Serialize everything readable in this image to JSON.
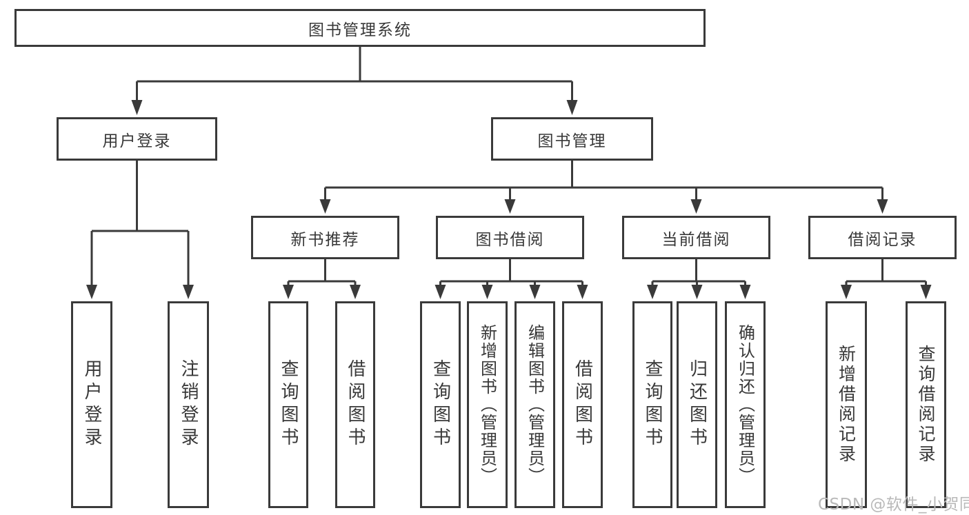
{
  "diagram": {
    "type": "hierarchy-chart",
    "background": "#ffffff",
    "line_color": "#3a3a3a",
    "text_color": "#383838"
  },
  "nodes": {
    "root": "图书管理系统",
    "level2": [
      "用户登录",
      "图书管理"
    ],
    "level3": [
      "新书推荐",
      "图书借阅",
      "当前借阅",
      "借阅记录"
    ],
    "leaves": [
      "用户登录",
      "注销登录",
      "查询图书",
      "借阅图书",
      "查询图书",
      "新增图书（管理员）",
      "编辑图书（管理员）",
      "借阅图书",
      "查询图书",
      "归还图书",
      "确认归还（管理员）",
      "新增借阅记录",
      "查询借阅记录"
    ]
  },
  "watermark": {
    "text": "CSDN @软件_小贺同学",
    "color": "#b9b9b9"
  }
}
